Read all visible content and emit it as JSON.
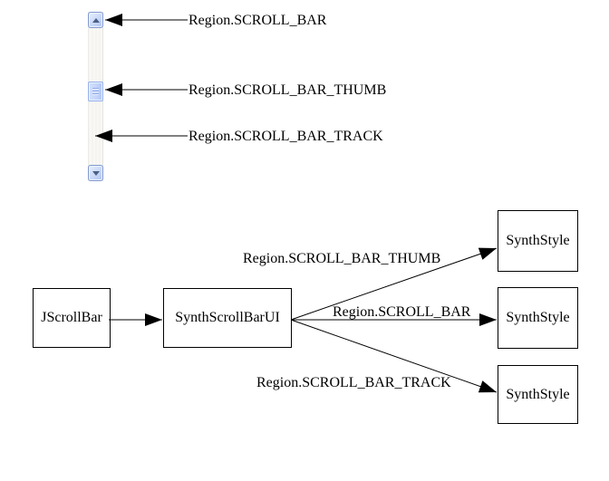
{
  "figure_top": {
    "callouts": [
      {
        "label": "Region.SCROLL_BAR"
      },
      {
        "label": "Region.SCROLL_BAR_THUMB"
      },
      {
        "label": "Region.SCROLL_BAR_TRACK"
      }
    ],
    "scrollbar_icons": {
      "up_button": "up-chevron",
      "down_button": "down-chevron",
      "thumb": "grip-lines"
    }
  },
  "diagram": {
    "nodes": [
      {
        "label": "JScrollBar"
      },
      {
        "label": "SynthScrollBarUI"
      },
      {
        "label": "SynthStyle"
      },
      {
        "label": "SynthStyle"
      },
      {
        "label": "SynthStyle"
      }
    ],
    "edges": [
      {
        "label": "Region.SCROLL_BAR_THUMB"
      },
      {
        "label": "Region.SCROLL_BAR"
      },
      {
        "label": "Region.SCROLL_BAR_TRACK"
      }
    ]
  },
  "colors": {
    "background": "#ffffff",
    "line": "#000000",
    "text": "#000000",
    "scrollbar_button_border": "#8099cf",
    "scrollbar_button_fill": "#cfdcf8",
    "scrollbar_arrow": "#4a5f87",
    "scrollbar_thumb_border": "#96b2ec",
    "scrollbar_thumb_fill": "#c4d4f9",
    "scrollbar_track": "#f3f2ee"
  }
}
